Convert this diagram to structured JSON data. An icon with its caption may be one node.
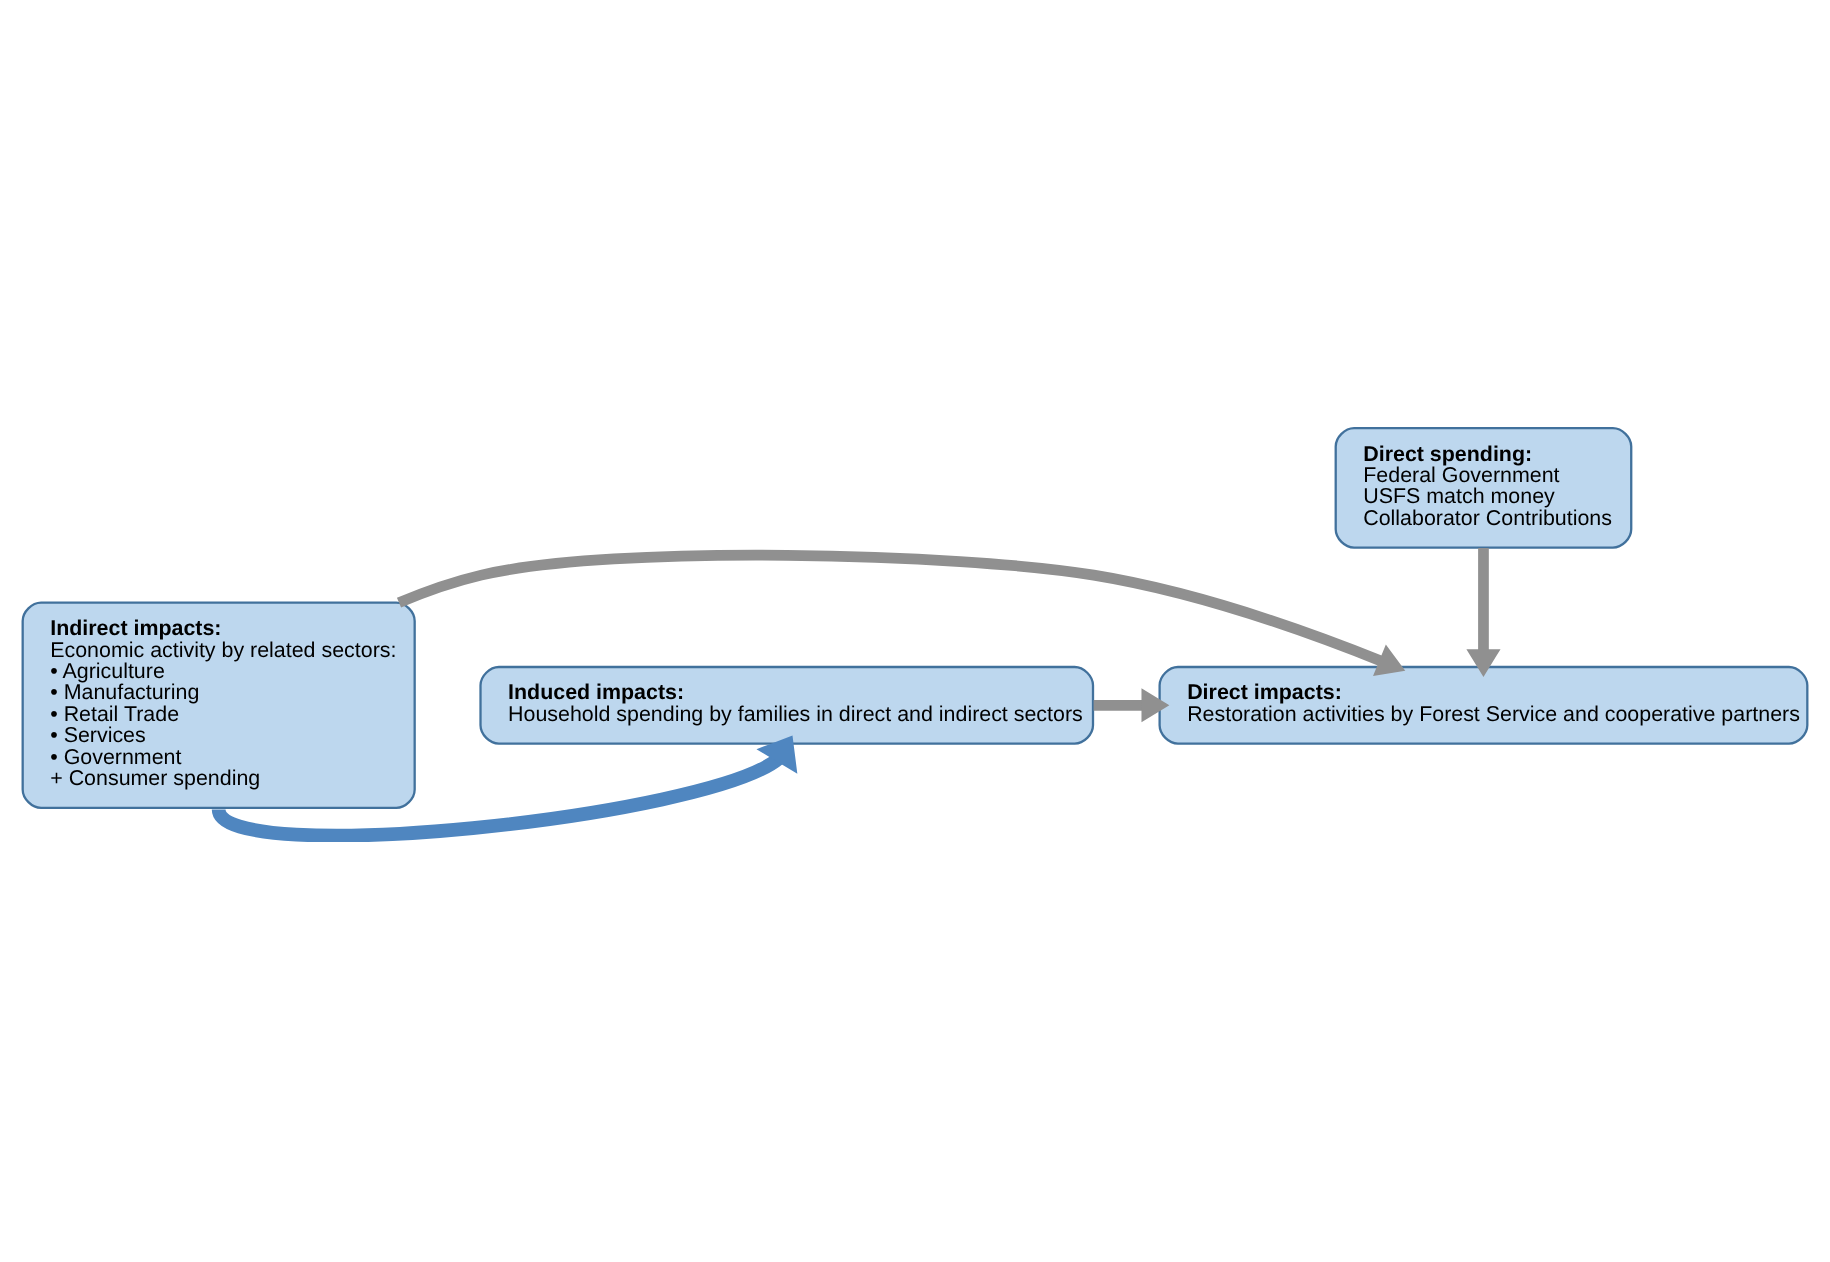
{
  "diagram": {
    "nodes": [
      {
        "text": [
          "Direct spending:",
          "Federal Government",
          "USFS match money",
          "Collaborator Contributions"
        ]
      },
      {
        "text": [
          "Indirect impacts:",
          "Economic activity by related sectors:",
          "• Agriculture",
          "• Manufacturing",
          "• Retail Trade",
          "• Services",
          "• Government",
          "+ Consumer spending"
        ]
      },
      {
        "text": [
          "Direct impacts:",
          "Restoration activities by Forest Service and cooperative partners"
        ]
      },
      {
        "text": [
          "Induced impacts:",
          "Household spending by families in direct and indirect sectors"
        ]
      }
    ],
    "edges": [
      {
        "from": 0,
        "to": 2,
        "arrow": "to"
      },
      {
        "from": 1,
        "to": 2,
        "arrow": "to"
      },
      {
        "from": 3,
        "to": 2,
        "arrow": "to"
      },
      {
        "from": 1,
        "to": 3,
        "arrow": "to",
        "color": "#4f86c0"
      }
    ]
  }
}
